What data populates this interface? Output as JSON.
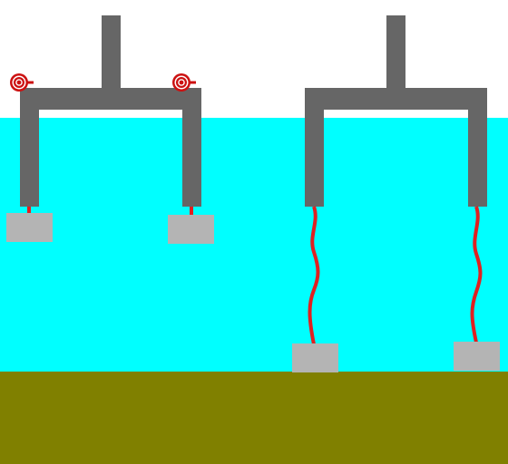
{
  "colors": {
    "sky": "#ffffff",
    "water": "#00ffff",
    "seabed": "#808000",
    "frame": "#666666",
    "weight": "#b4b4b4",
    "line": "#e02020",
    "reel": "#cc1111"
  },
  "scenes": [
    {
      "name": "left-rig",
      "lines_state": "reeled-in",
      "weights_state": "raised"
    },
    {
      "name": "right-rig",
      "lines_state": "paid-out",
      "weights_state": "resting-on-seabed"
    }
  ],
  "icons": {
    "reel": "spiral-reel-icon"
  }
}
